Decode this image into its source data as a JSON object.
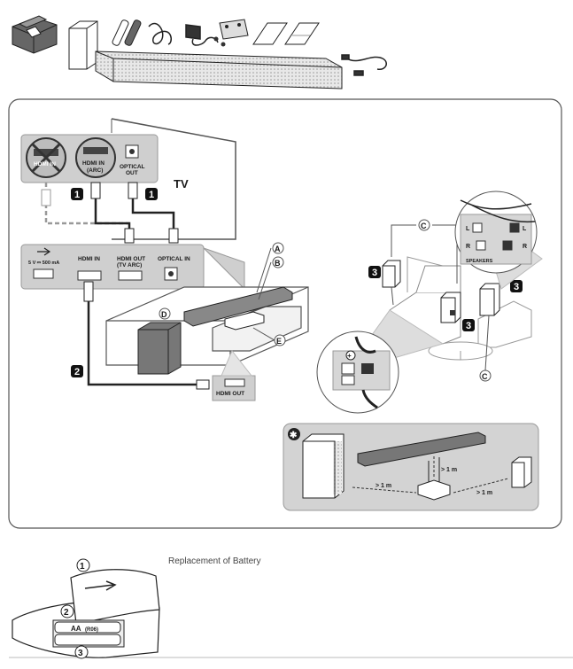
{
  "tv": {
    "label": "TV",
    "ports": {
      "hdmi_in": "HDMI IN",
      "hdmi_in_arc": "HDMI IN",
      "hdmi_in_arc_sub": "(ARC)",
      "optical_out": "OPTICAL",
      "optical_out_sub": "OUT"
    }
  },
  "soundbar_ports": {
    "usb_power": "5 V ⎓ 500 mA",
    "hdmi_in": "HDMI IN",
    "hdmi_out": "HDMI OUT",
    "hdmi_out_sub": "(TV ARC)",
    "optical_in": "OPTICAL IN"
  },
  "device_port": "HDMI OUT",
  "steps": {
    "s1": "1",
    "s2": "2",
    "s3": "3"
  },
  "callouts": {
    "a": "A",
    "b": "B",
    "c": "C",
    "d": "D",
    "e": "E"
  },
  "speakers_panel": {
    "title": "SPEAKERS",
    "left": "L",
    "right": "R"
  },
  "distance": {
    "d1": "> 1 m",
    "d2": "> 1 m",
    "d3": "> 1 m"
  },
  "note_symbol": "✱",
  "battery": {
    "caption": "Replacement of Battery",
    "battery_label": "AA",
    "battery_sub": "(R06)",
    "steps": [
      "1",
      "2",
      "3"
    ]
  }
}
